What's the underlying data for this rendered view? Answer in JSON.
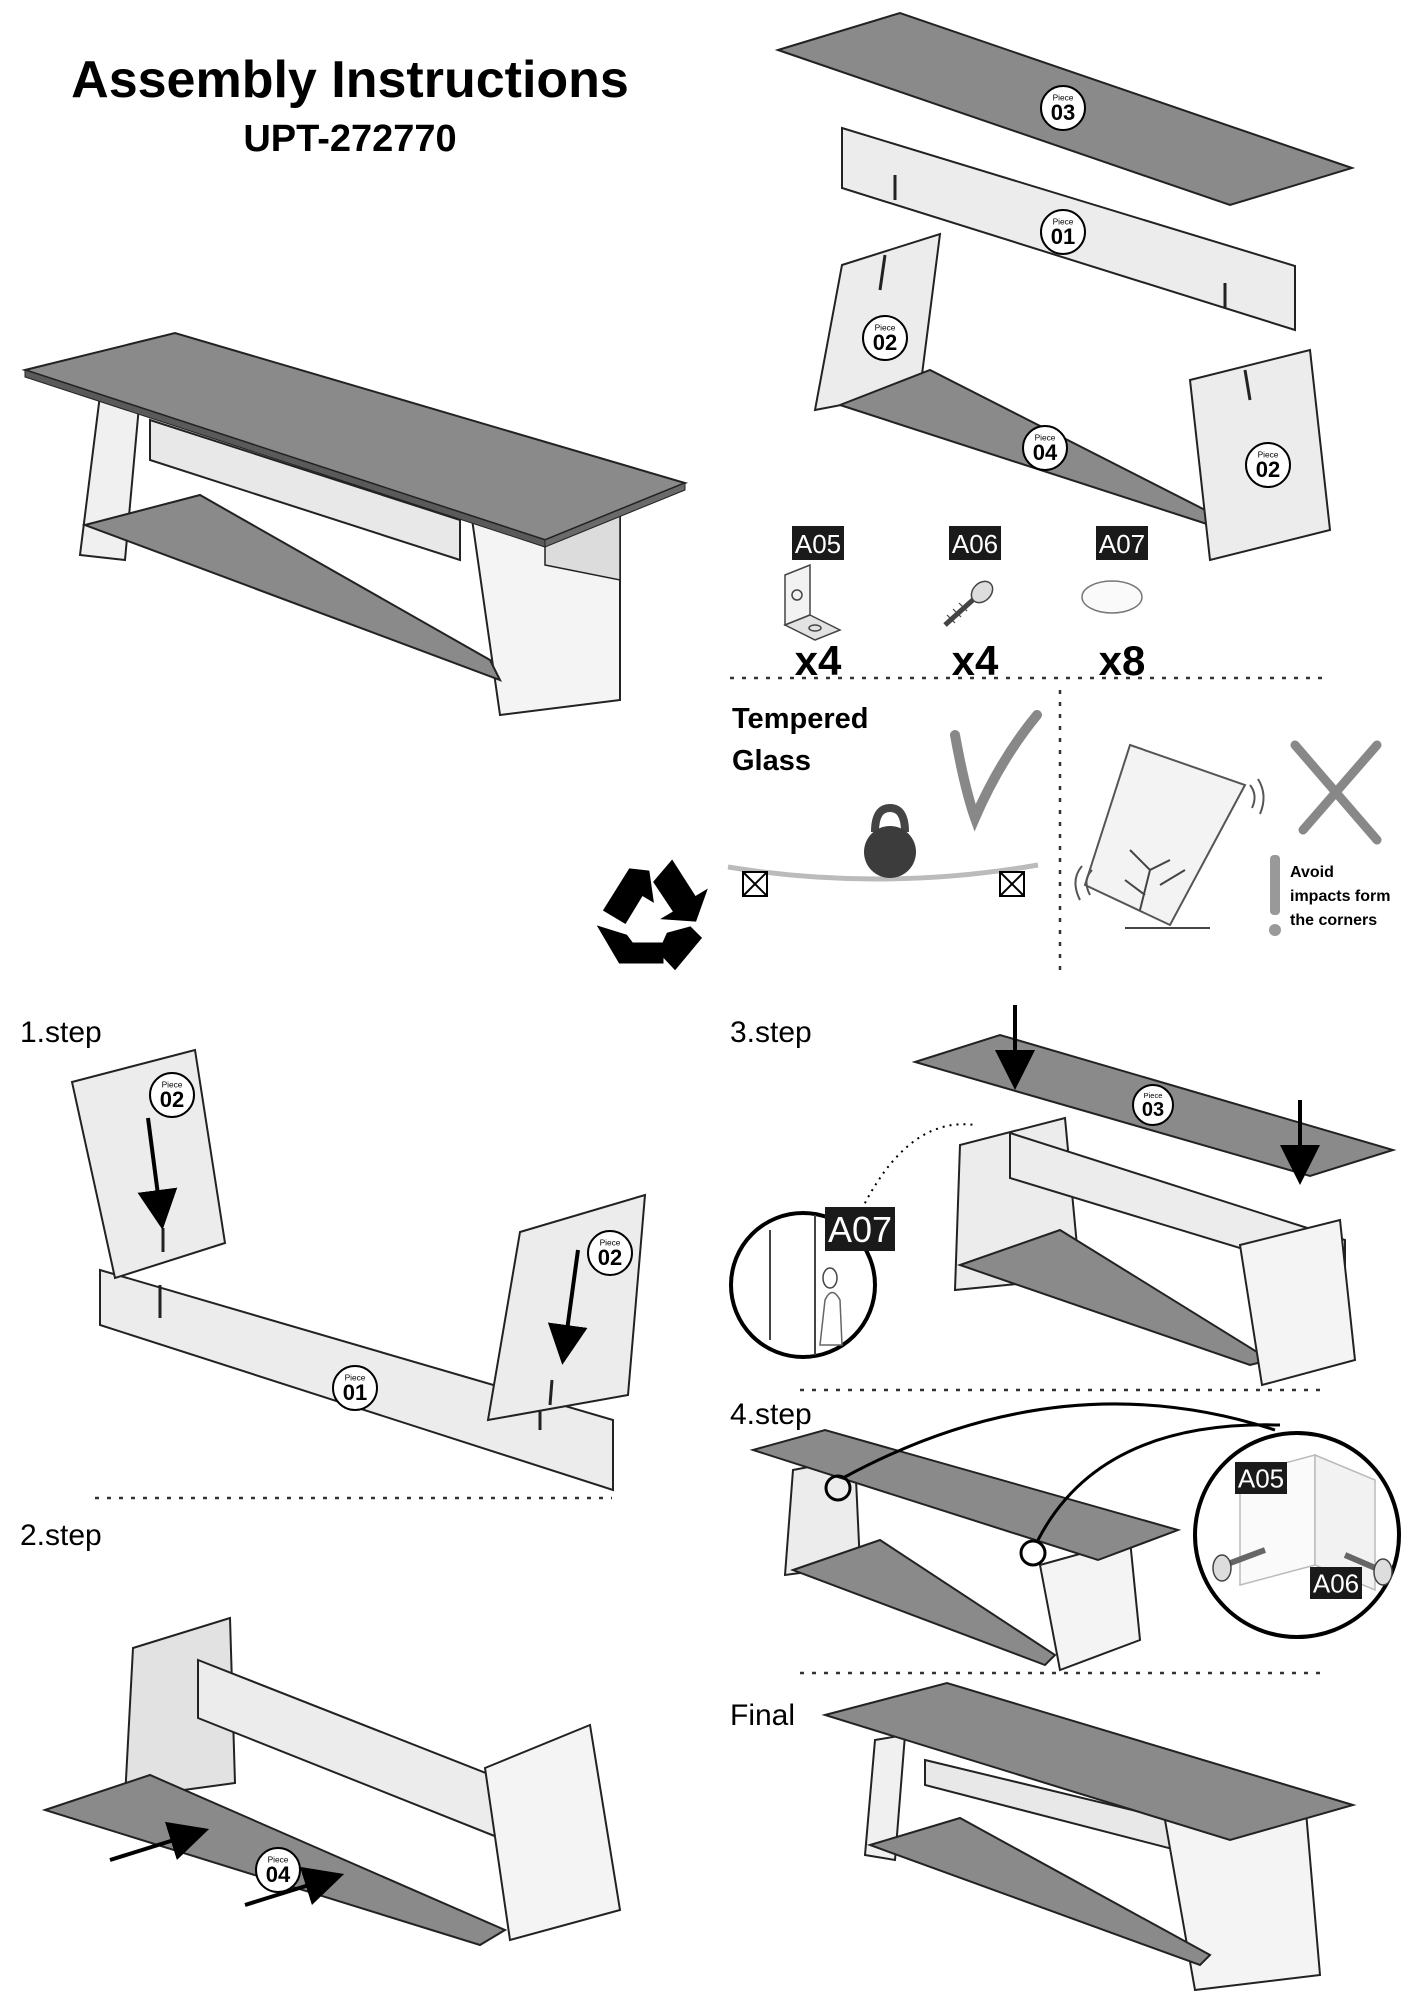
{
  "header": {
    "title": "Assembly Instructions",
    "model": "UPT-272770"
  },
  "piece_badge_word": "Piece",
  "pieces": {
    "p01": "01",
    "p02": "02",
    "p03": "03",
    "p04": "04"
  },
  "hardware": [
    {
      "code": "A05",
      "qty": "x4",
      "icon": "corner-bracket-icon"
    },
    {
      "code": "A06",
      "qty": "x4",
      "icon": "screw-icon"
    },
    {
      "code": "A07",
      "qty": "x8",
      "icon": "pad-icon"
    }
  ],
  "glass_notice": {
    "line1": "Tempered",
    "line2": "Glass",
    "ok_icon": "check-mark-icon",
    "bad_icon": "x-mark-icon",
    "warning_line1": "Avoid",
    "warning_line2": "impacts form",
    "warning_line3": "the corners"
  },
  "recycle_icon": "recycle-icon",
  "steps": {
    "s1": "1.step",
    "s2": "2.step",
    "s3": "3.step",
    "s4": "4.step",
    "final": "Final"
  },
  "callouts": {
    "step3_part": "A07",
    "step4_bracket": "A05",
    "step4_screw": "A06"
  },
  "colors": {
    "panel_white": "#ececec",
    "panel_side": "#c8c8c8",
    "glass_gray": "#8a8a8a",
    "glass_edge": "#5a5a5a",
    "label_black": "#1a1a1a"
  }
}
